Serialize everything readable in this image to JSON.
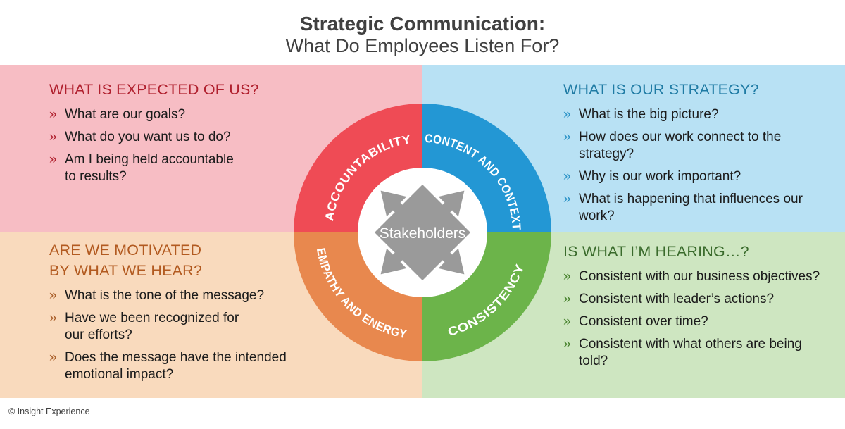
{
  "title": {
    "line1": "Strategic Communication:",
    "line2": "What Do Employees Listen For?"
  },
  "bullet_marker": "»",
  "quadrants": {
    "tl": {
      "heading_lines": [
        "WHAT IS EXPECTED OF US?"
      ],
      "bullets": [
        [
          "What are our goals?"
        ],
        [
          "What do you want us to do?"
        ],
        [
          "Am I being held accountable",
          "to results?"
        ]
      ]
    },
    "tr": {
      "heading_lines": [
        "WHAT IS OUR STRATEGY?"
      ],
      "bullets": [
        [
          "What is the big picture?"
        ],
        [
          "How does our work connect to the",
          "strategy?"
        ],
        [
          "Why is our work important?"
        ],
        [
          "What is happening that influences our",
          "work?"
        ]
      ]
    },
    "bl": {
      "heading_lines": [
        "ARE WE MOTIVATED",
        "BY WHAT WE HEAR?"
      ],
      "bullets": [
        [
          "What is the tone of the message?"
        ],
        [
          "Have we been recognized for",
          "our efforts?"
        ],
        [
          "Does the message have the intended",
          "emotional impact?"
        ]
      ]
    },
    "br": {
      "heading_lines": [
        "IS WHAT I’M HEARING…?"
      ],
      "bullets": [
        [
          "Consistent with our business objectives?"
        ],
        [
          "Consistent with leader’s actions?"
        ],
        [
          "Consistent over time?"
        ],
        [
          "Consistent with what others are being",
          "told?"
        ]
      ]
    }
  },
  "wheel": {
    "center_label": "Stakeholders",
    "center_icon": "four-way-arrows",
    "segments": {
      "tl": "ACCOUNTABILITY",
      "tr": "CONTENT AND CONTEXT",
      "bl": "EMPATHY AND ENERGY",
      "br": "CONSISTENCY"
    }
  },
  "footer": {
    "copyright": "© Insight Experience"
  },
  "colors": {
    "title_text": "#404040",
    "body_text": "#1b1b1b",
    "footer_text": "#404040",
    "quadrant_tl_bg": "#f7bdc4",
    "quadrant_tr_bg": "#b8e1f4",
    "quadrant_bl_bg": "#f9dabd",
    "quadrant_br_bg": "#cee6c1",
    "heading_tl": "#b0202e",
    "heading_tr": "#1f7ba4",
    "heading_bl": "#b25a20",
    "heading_br": "#3a6b2c",
    "marker_tl": "#b0202e",
    "marker_tr": "#2b93c7",
    "marker_bl": "#a95d28",
    "marker_br": "#47822d",
    "ring_tl": "#ef4b55",
    "ring_tr": "#2397d4",
    "ring_bl": "#e8884e",
    "ring_br": "#6cb44a",
    "center_gray": "#9a9a9a",
    "ring_label_text": "#ffffff",
    "center_label_text": "#ffffff"
  }
}
